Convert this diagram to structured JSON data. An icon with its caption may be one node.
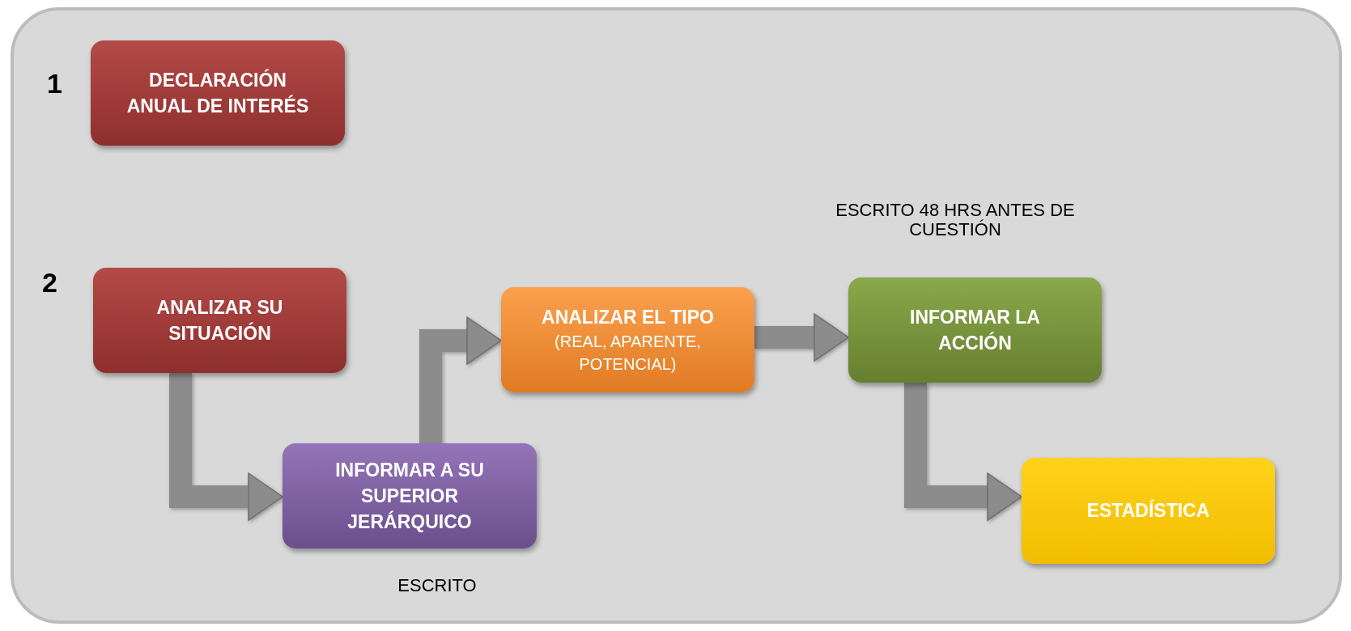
{
  "diagram": {
    "nodes": [
      {
        "text": [
          "DECLARACIÓN ANUAL DE INTERÉS"
        ]
      },
      {
        "text": [
          "ANALIZAR SU SITUACIÓN"
        ]
      },
      {
        "text": [
          "INFORMAR A SU SUPERIOR JERÁRQUICO"
        ],
        "beside": [
          "ESCRITO"
        ]
      },
      {
        "text": [
          "ANALIZAR EL TIPO",
          "(REAL, APARENTE, POTENCIAL)"
        ]
      },
      {
        "text": [
          "INFORMAR LA ACCIÓN"
        ],
        "beside": [
          "ESCRITO 48 HRS ANTES DE CUESTIÓN"
        ]
      },
      {
        "text": [
          "ESTADÍSTICA"
        ]
      }
    ],
    "edges": [
      {
        "from": 1,
        "to": 2,
        "arrow": "to"
      },
      {
        "from": 2,
        "to": 3,
        "arrow": "to"
      },
      {
        "from": 3,
        "to": 4,
        "arrow": "to"
      },
      {
        "from": 4,
        "to": 5,
        "arrow": "to"
      }
    ],
    "labels": [
      "1",
      "2"
    ]
  }
}
